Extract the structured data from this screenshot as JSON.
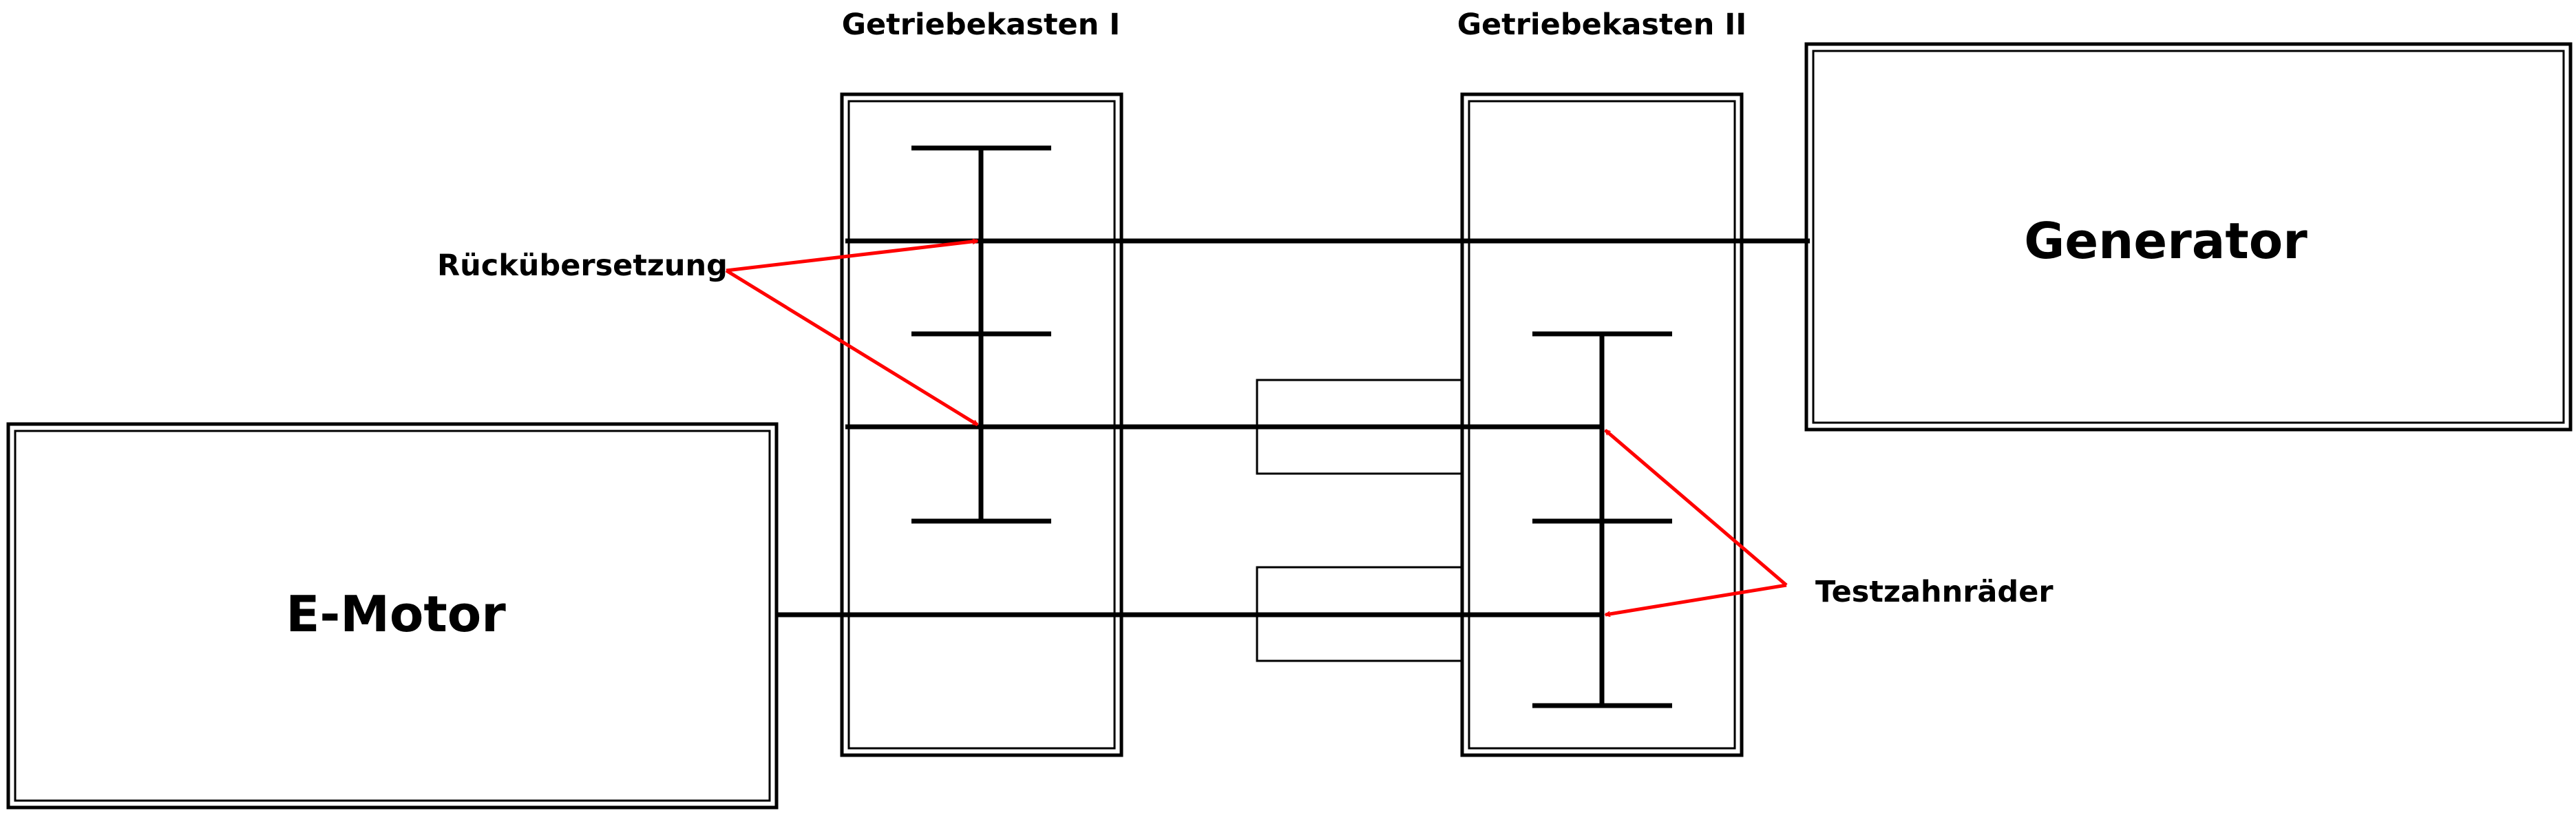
{
  "diagram": {
    "title_gearbox_1": "Getriebekasten I",
    "title_gearbox_2": "Getriebekasten II",
    "motor_label": "E-Motor",
    "generator_label": "Generator",
    "annotation_left": "Rückübersetzung",
    "annotation_right": "Testzahnräder",
    "colors": {
      "stroke": "#000000",
      "arrow": "#ff0000",
      "background": "#ffffff"
    }
  }
}
